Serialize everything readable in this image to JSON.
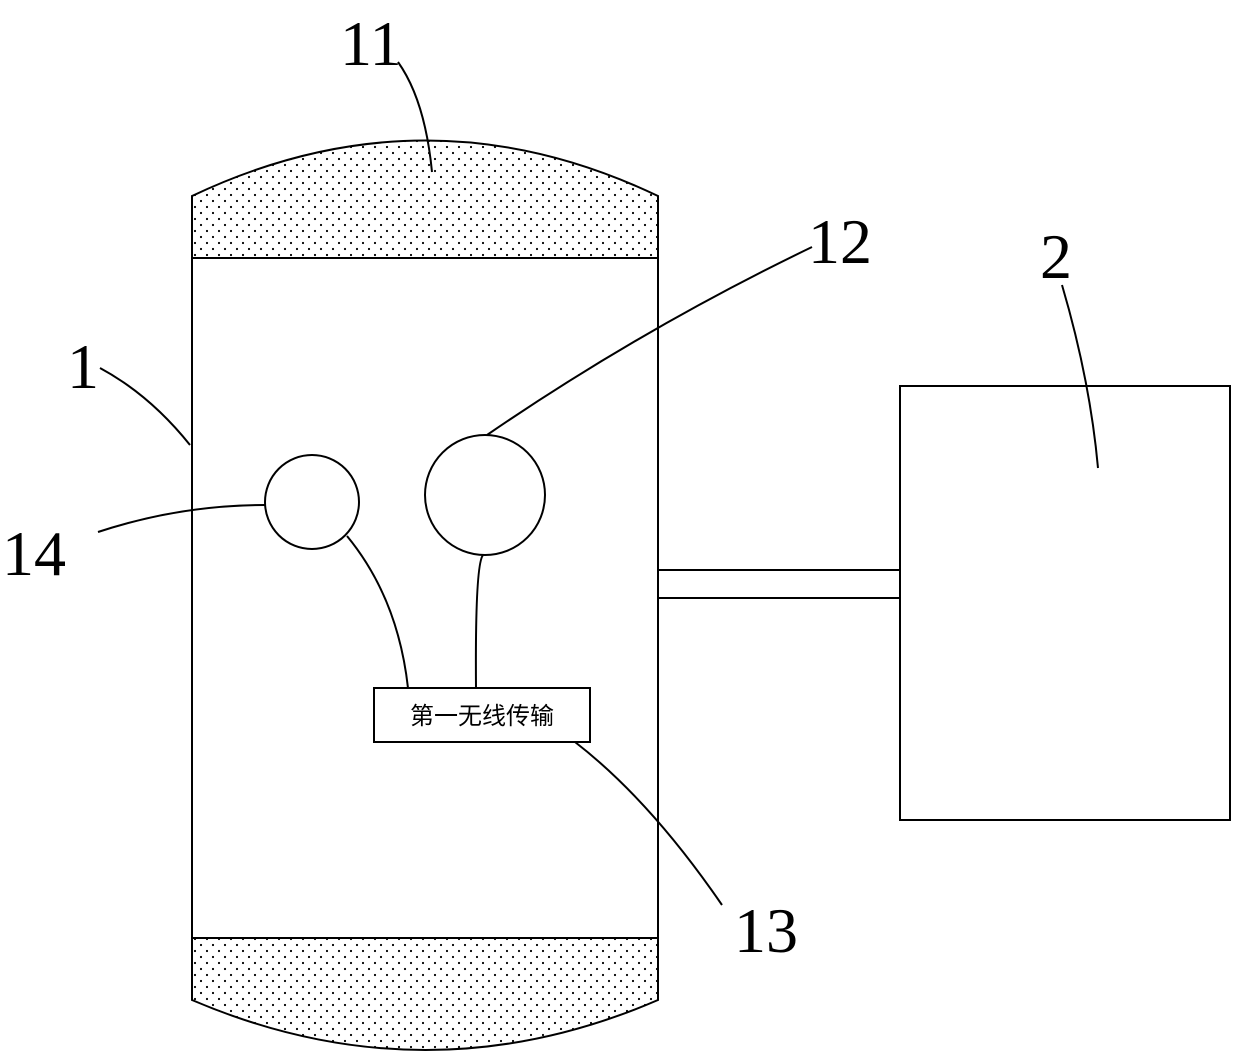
{
  "labels": {
    "vessel": "1",
    "top_cap": "11",
    "sensor_large": "12",
    "wireless_module": "13",
    "sensor_small": "14",
    "external_unit": "2"
  },
  "wireless_module_text": "第一无线传输",
  "colors": {
    "line": "#000000",
    "background": "#ffffff",
    "dot": "#000000"
  }
}
